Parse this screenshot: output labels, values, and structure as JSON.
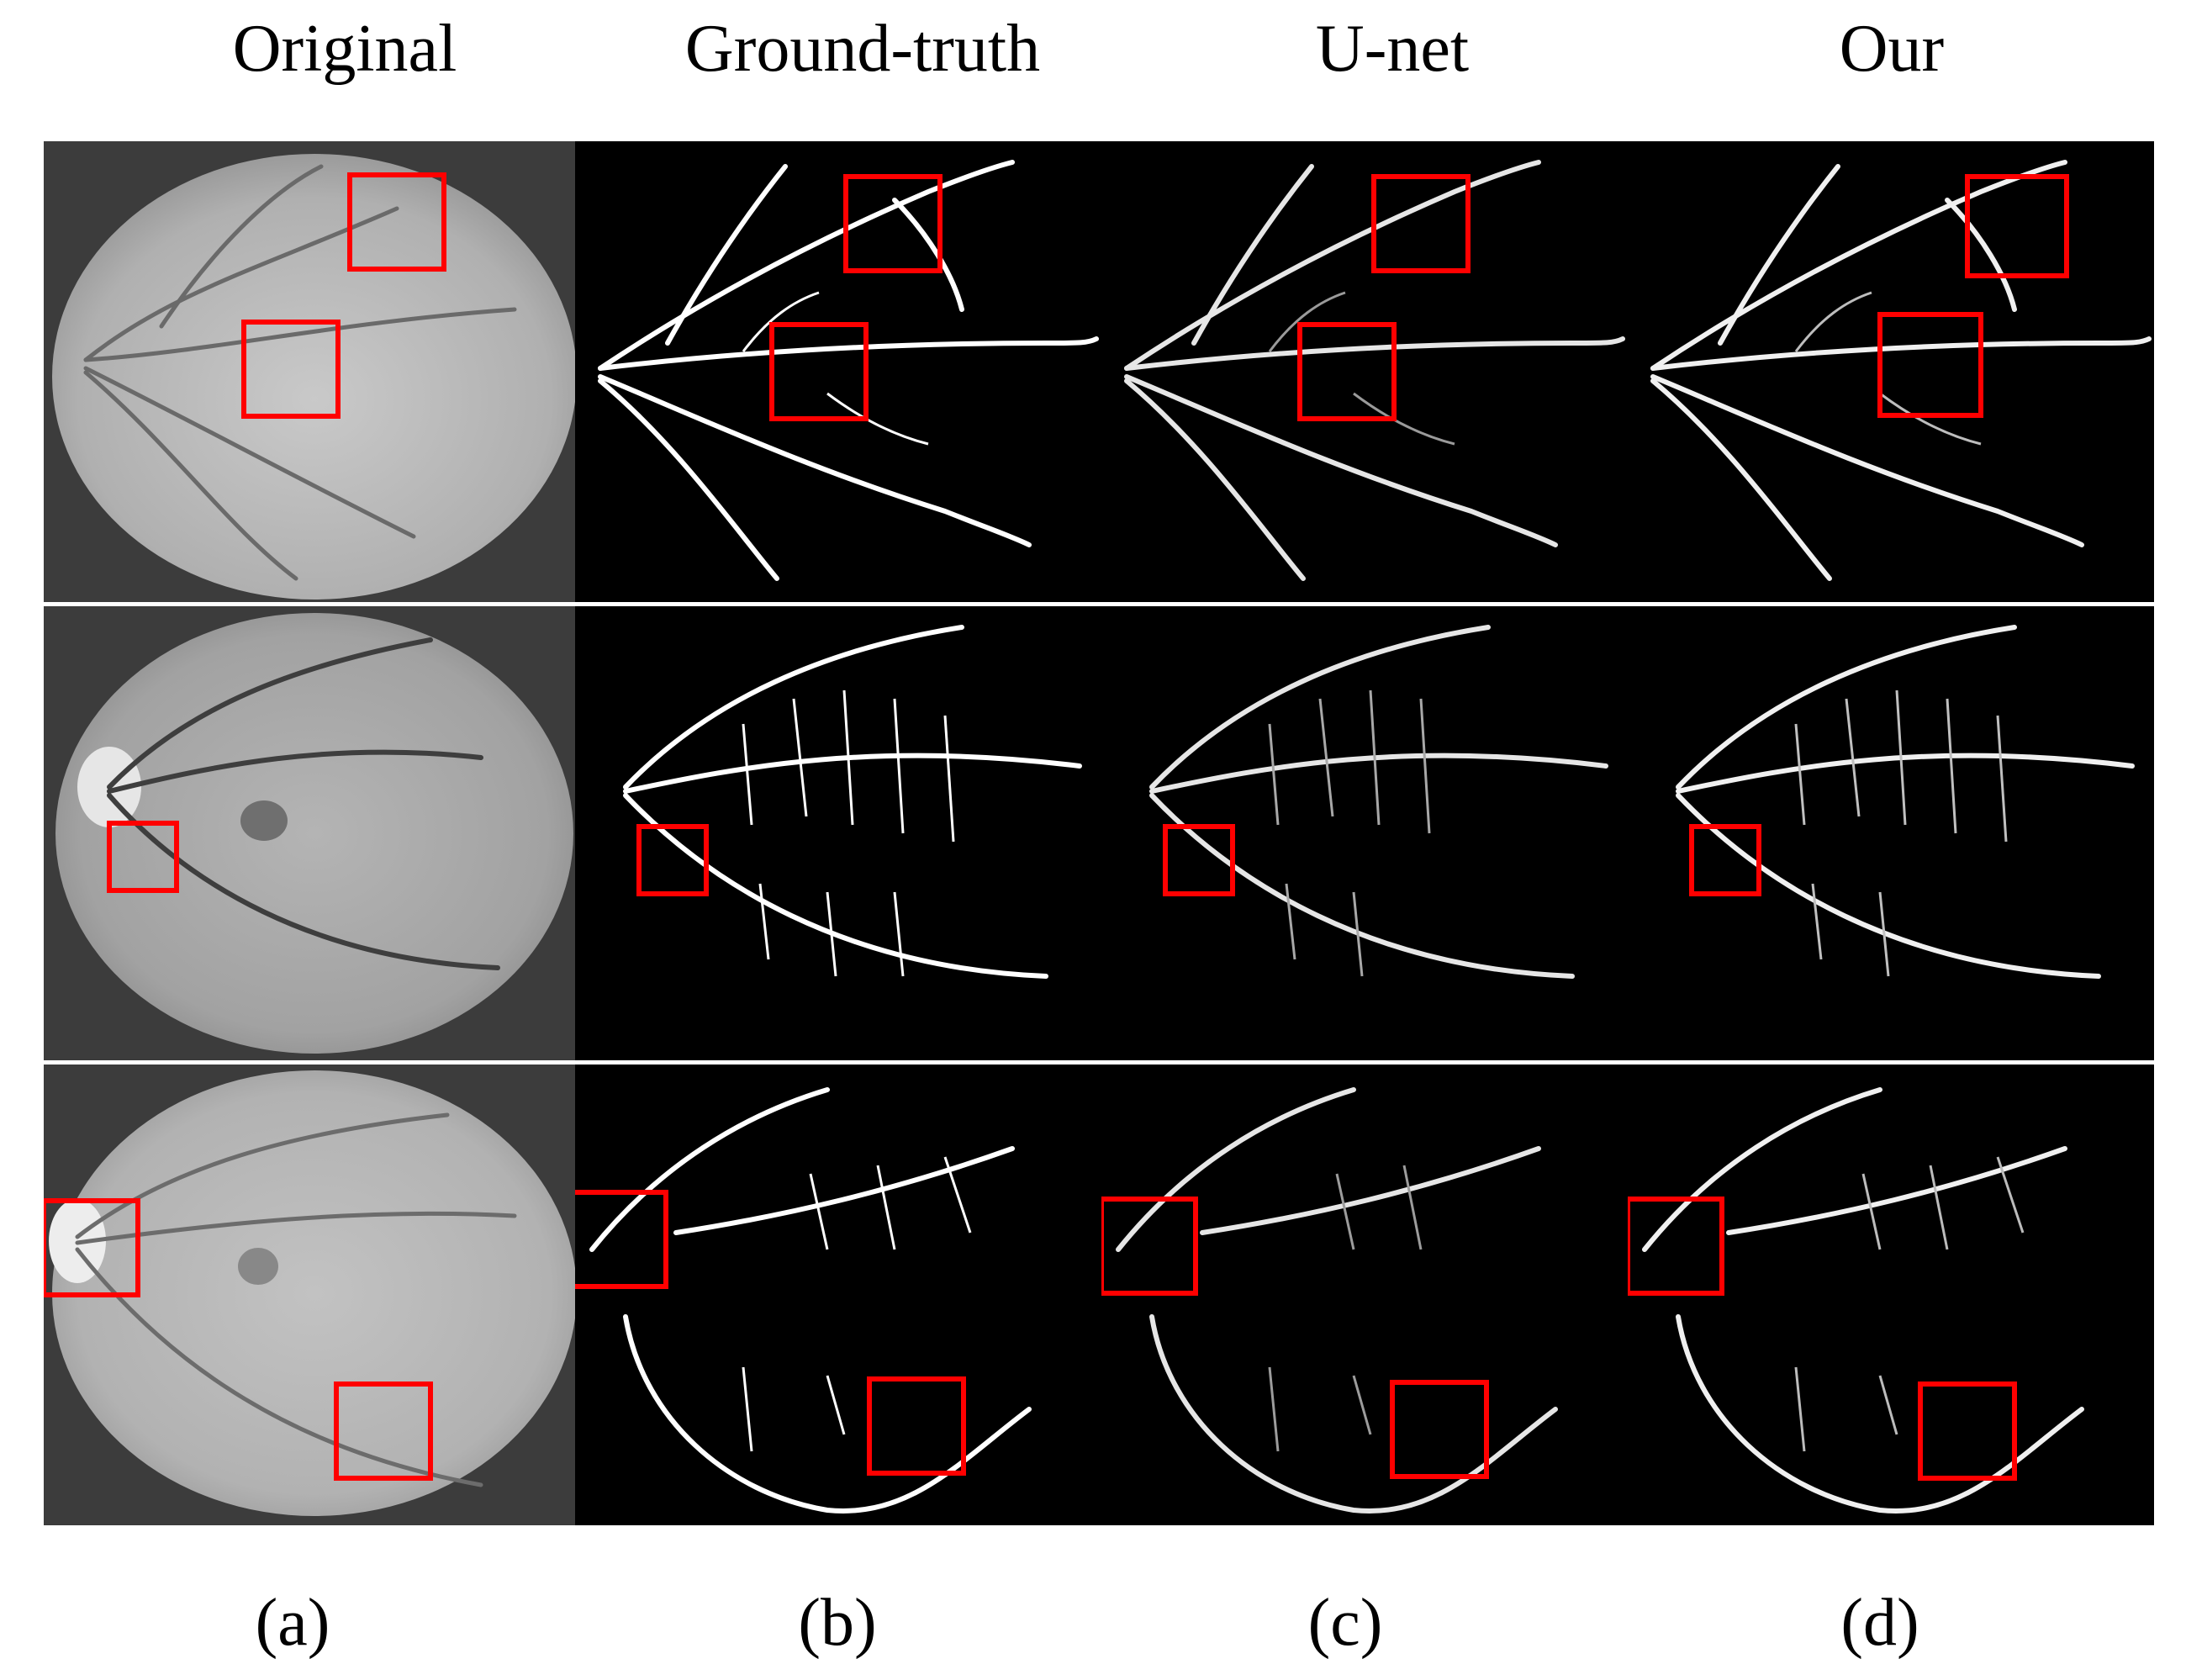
{
  "columns": [
    {
      "title": "Original",
      "caption": "(a)"
    },
    {
      "title": "Ground-truth",
      "caption": "(b)"
    },
    {
      "title": "U-net",
      "caption": "(c)"
    },
    {
      "title": "Our",
      "caption": "(d)"
    }
  ],
  "colors": {
    "highlight_box": "#ff0000",
    "vessel": "#ffffff",
    "background": "#000000",
    "fundus": "#b8b8b8"
  },
  "icons": {
    "fundus_image": "retina-fundus-photo-icon",
    "vessel_map": "vessel-segmentation-map-icon"
  }
}
